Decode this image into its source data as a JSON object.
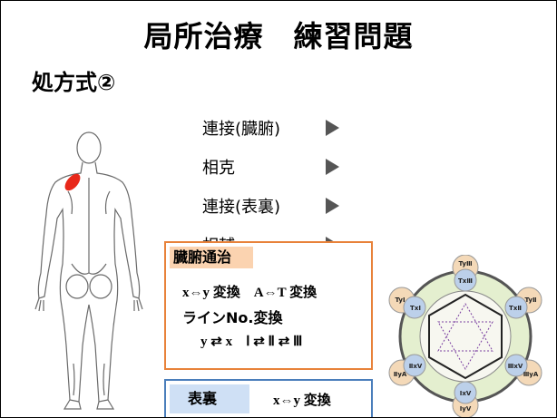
{
  "title": "局所治療　練習問題",
  "subtitle": "処方式②",
  "rules": [
    {
      "label": "連接(臓腑)"
    },
    {
      "label": "相克"
    },
    {
      "label": "連接(表裏)"
    },
    {
      "label": "相輔"
    }
  ],
  "box_zoufu": {
    "header": "臓腑通治",
    "line1": "x⇔y 変換　A⇔T 変換",
    "line2": "ラインNo.変換",
    "line3": "y ⇄ x　Ⅰ ⇄ Ⅱ ⇄ Ⅲ"
  },
  "box_hyouri": {
    "header": "表裏",
    "value": "x⇔y 変換"
  },
  "diagram": {
    "top_outer": "TyⅢ",
    "top_inner": "TxⅢ",
    "bottom_outer": "ⅠyV",
    "bottom_inner": "ⅠxV",
    "upper_left_outer": "TyⅠ",
    "upper_left_inner": "TxⅠ",
    "upper_right_outer": "TyⅡ",
    "upper_right_inner": "TxⅡ",
    "lower_left_outer": "ⅡyA",
    "lower_left_inner": "ⅡxV",
    "lower_right_outer": "ⅢyA",
    "lower_right_inner": "ⅢxV"
  },
  "colors": {
    "orange_border": "#e8823a",
    "orange_fill": "#fbd3b0",
    "blue_border": "#4a7ebb",
    "blue_fill": "#cfe0f5",
    "marker": "#e8281a"
  }
}
